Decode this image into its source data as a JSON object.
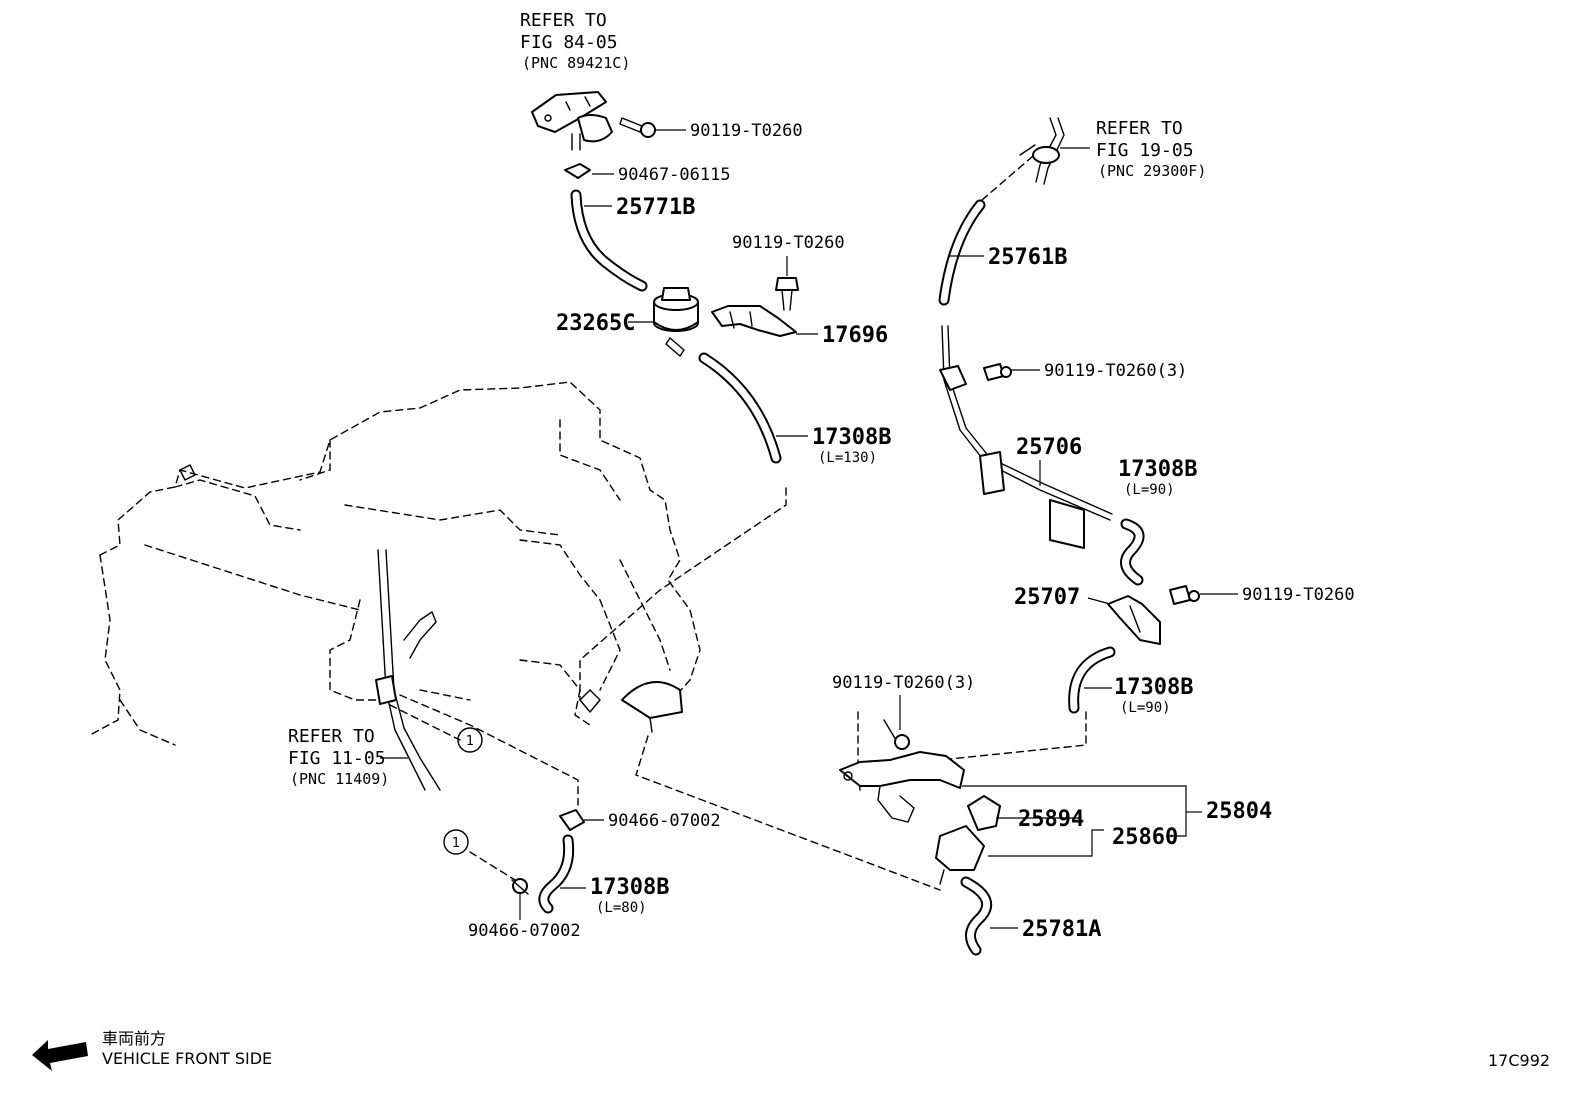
{
  "references": {
    "fig84": {
      "line1": "REFER TO",
      "line2": "FIG 84-05",
      "line3": "(PNC 89421C)"
    },
    "fig19": {
      "line1": "REFER TO",
      "line2": "FIG 19-05",
      "line3": "(PNC 29300F)"
    },
    "fig11": {
      "line1": "REFER TO",
      "line2": "FIG 11-05",
      "line3": "(PNC 11409)"
    }
  },
  "parts": {
    "p90119_top": "90119-T0260",
    "p90467": "90467-06115",
    "p25771B": "25771B",
    "p90119_mid": "90119-T0260",
    "p23265C": "23265C",
    "p17696": "17696",
    "p17308B_a": "17308B",
    "p17308B_a_len": "(L=130)",
    "p25761B": "25761B",
    "p90119_x3_right": "90119-T0260(3)",
    "p25706": "25706",
    "p17308B_b": "17308B",
    "p17308B_b_len": "(L=90)",
    "p25707": "25707",
    "p90119_right": "90119-T0260",
    "p90119_x3_lower": "90119-T0260(3)",
    "p17308B_c": "17308B",
    "p17308B_c_len": "(L=90)",
    "p25804": "25804",
    "p25894": "25894",
    "p25860": "25860",
    "p90466_a": "90466-07002",
    "p17308B_d": "17308B",
    "p17308B_d_len": "(L=80)",
    "p90466_b": "90466-07002",
    "p25781A": "25781A"
  },
  "markers": {
    "circle1": "1"
  },
  "footer": {
    "direction_jp": "車両前方",
    "direction_en": "VEHICLE FRONT SIDE",
    "figure_code": "17C992"
  }
}
